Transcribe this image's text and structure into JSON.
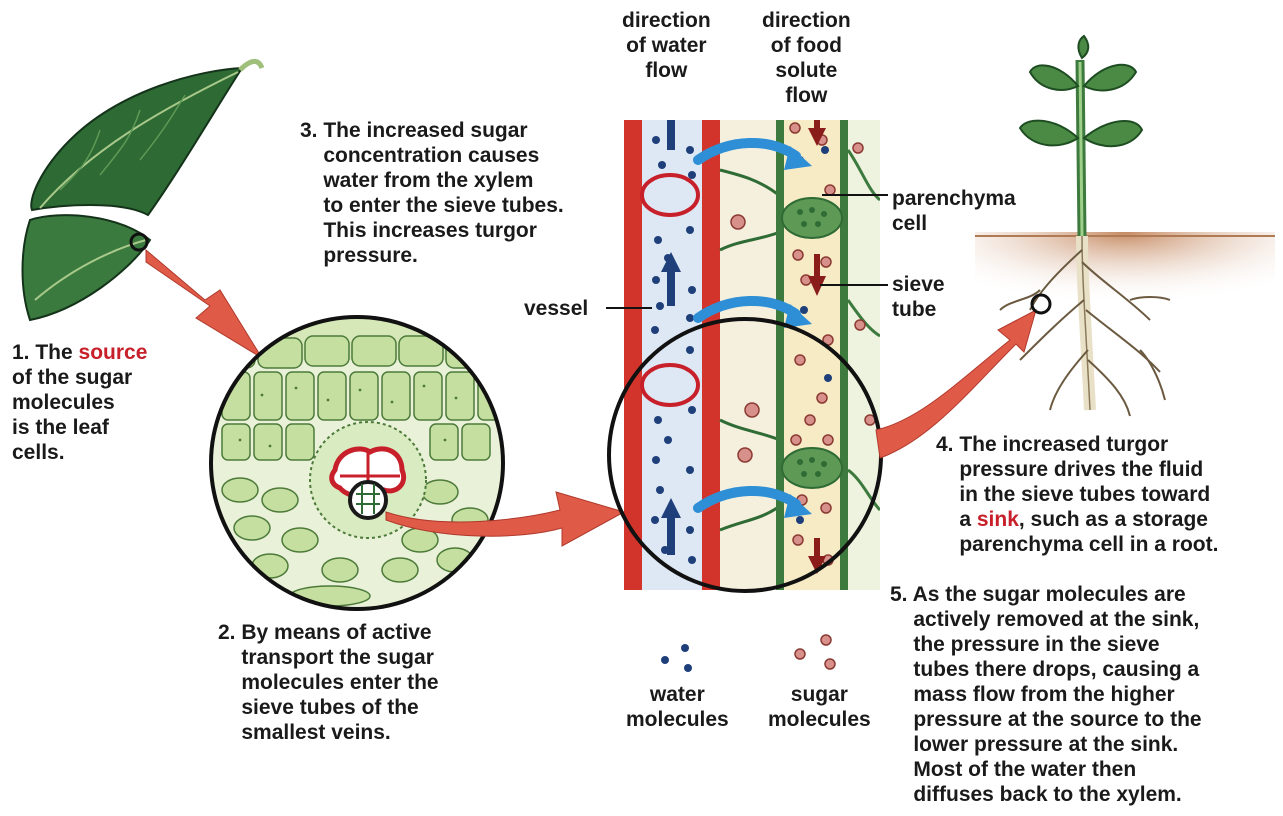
{
  "labels": {
    "direction_water": "direction\nof water\nflow",
    "direction_food": "direction\nof food\nsolute\nflow",
    "parenchyma": "parenchyma\ncell",
    "sieve_tube": "sieve\ntube",
    "vessel": "vessel",
    "water_molecules": "water\nmolecules",
    "sugar_molecules": "sugar\nmolecules"
  },
  "steps": {
    "s1": {
      "pre": "1. The ",
      "highlight": "source",
      "post": "\nof the sugar\nmolecules\nis the leaf\ncells."
    },
    "s2": "2. By means of active\n    transport the sugar\n    molecules enter the\n    sieve tubes of the\n    smallest veins.",
    "s3": "3. The increased sugar\n    concentration causes\n    water from the xylem\n    to enter the sieve tubes.\n    This increases turgor\n    pressure.",
    "s4": {
      "pre": "4. The increased turgor\n    pressure drives the fluid\n    in the sieve tubes toward\n    a ",
      "highlight": "sink",
      "post": ", such as a storage\n    parenchyma cell in a root."
    },
    "s5": "5. As the sugar molecules are\n    actively removed at the sink,\n    the pressure in the sieve\n    tubes there drops, causing a\n    mass flow from the higher\n    pressure at the source to the\n    lower pressure at the sink.\n    Most of the water then\n    diffuses back to the xylem."
  },
  "colors": {
    "highlight": "#c8202a",
    "water_dot": "#1e3f7a",
    "sugar_dot": "#d8908a",
    "flow_arrow": "#2e8fd6",
    "connector_arrow": "#e05a48",
    "leaf": "#2f6b34",
    "xylem_wall": "#d2342c",
    "soil": "#c89068"
  }
}
